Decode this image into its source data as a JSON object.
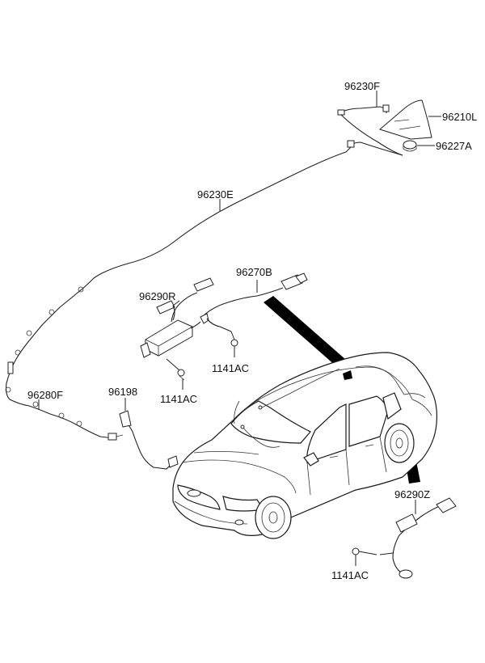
{
  "callouts": {
    "c_96230F": "96230F",
    "c_96210L": "96210L",
    "c_96227A": "96227A",
    "c_96230E": "96230E",
    "c_96270B": "96270B",
    "c_96290R": "96290R",
    "c_1141AC_a": "1141AC",
    "c_1141AC_b": "1141AC",
    "c_96280F": "96280F",
    "c_96198": "96198",
    "c_96290Z": "96290Z",
    "c_1141AC_c": "1141AC"
  }
}
